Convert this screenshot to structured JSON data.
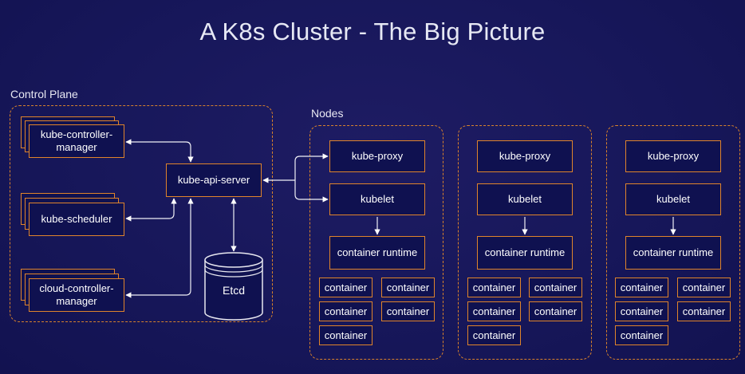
{
  "title": "A K8s Cluster - The Big Picture",
  "control_plane": {
    "label": "Control Plane",
    "kube_controller_manager": "kube-controller-\nmanager",
    "kube_scheduler": "kube-scheduler",
    "cloud_controller_manager": "cloud-controller-\nmanager",
    "kube_api_server": "kube-api-server",
    "etcd": "Etcd"
  },
  "nodes": {
    "label": "Nodes",
    "items": [
      {
        "kube_proxy": "kube-proxy",
        "kubelet": "kubelet",
        "container_runtime": "container runtime",
        "containers": [
          "container",
          "container",
          "container",
          "container",
          "container"
        ]
      },
      {
        "kube_proxy": "kube-proxy",
        "kubelet": "kubelet",
        "container_runtime": "container runtime",
        "containers": [
          "container",
          "container",
          "container",
          "container",
          "container"
        ]
      },
      {
        "kube_proxy": "kube-proxy",
        "kubelet": "kubelet",
        "container_runtime": "container runtime",
        "containers": [
          "container",
          "container",
          "container",
          "container",
          "container"
        ]
      }
    ]
  },
  "colors": {
    "background": "#17175a",
    "accent_orange": "#e0842b",
    "box_fill": "#0f1150"
  }
}
